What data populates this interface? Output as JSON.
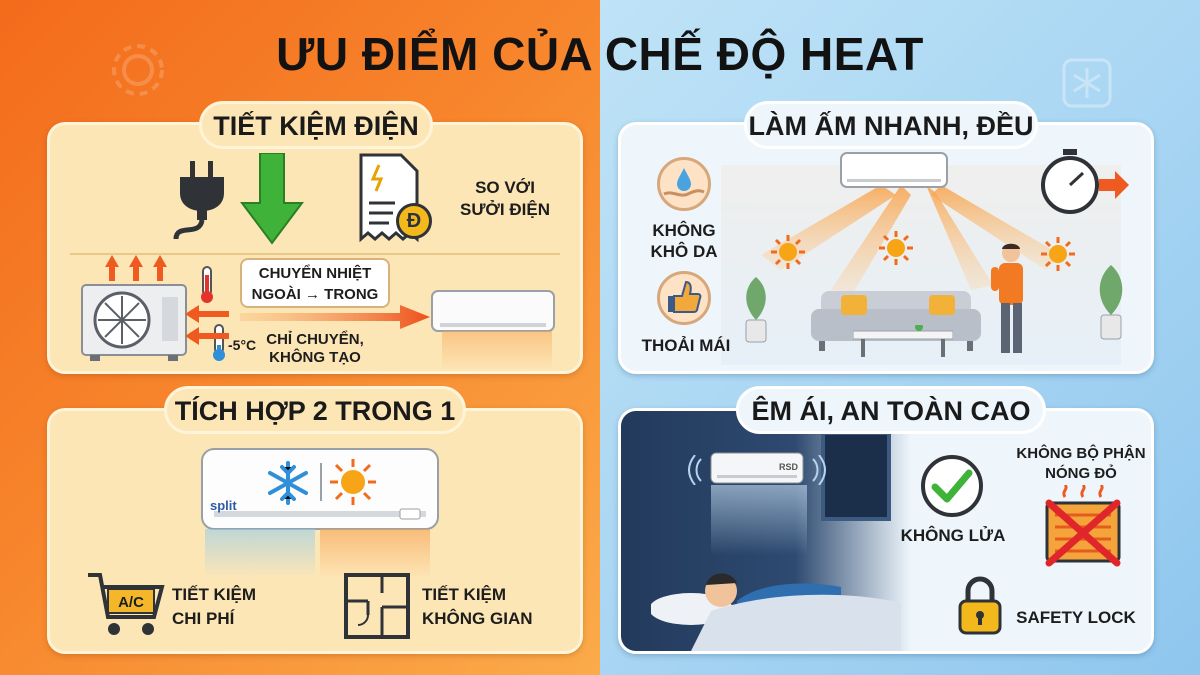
{
  "title": "ƯU ĐIỂM CỦA CHẾ ĐỘ HEAT",
  "panels": {
    "tiet_kiem_dien": {
      "heading": "TIẾT KIỆM ĐIỆN",
      "compare_line1": "SO VỚI",
      "compare_line2": "SƯỞI ĐIỆN",
      "transfer_line1": "CHUYỂN NHIỆT",
      "transfer_line2": "NGOÀI → TRONG",
      "temp": "-5°C",
      "only_line1": "CHỈ CHUYỂN,",
      "only_line2": "KHÔNG TẠO",
      "coin_symbol": "Đ"
    },
    "lam_am": {
      "heading": "LÀM ẤM NHANH, ĐỀU",
      "skin_line1": "KHÔNG",
      "skin_line2": "KHÔ DA",
      "comfort": "THOẢI MÁI"
    },
    "tich_hop": {
      "heading": "TÍCH HỢP 2 TRONG 1",
      "brand": "split",
      "cart_label": "A/C",
      "cost_line1": "TIẾT KIỆM",
      "cost_line2": "CHI PHÍ",
      "space_line1": "TIẾT KIỆM",
      "space_line2": "KHÔNG GIAN"
    },
    "em_ai": {
      "heading": "ÊM ÁI, AN TOÀN CAO",
      "no_fire": "KHÔNG LỬA",
      "no_hot_line1": "KHÔNG BỘ PHẬN",
      "no_hot_line2": "NÓNG ĐỎ",
      "safety": "SAFETY LOCK",
      "unit_brand": "RSD"
    }
  },
  "colors": {
    "left_bg": "#f36b1c",
    "right_bg": "#a9d6f3",
    "warm_panel": "#fde6b6",
    "cool_panel": "#eef6fc",
    "green_arrow": "#3fb23a",
    "heat_arrow": "#ef5a21"
  }
}
